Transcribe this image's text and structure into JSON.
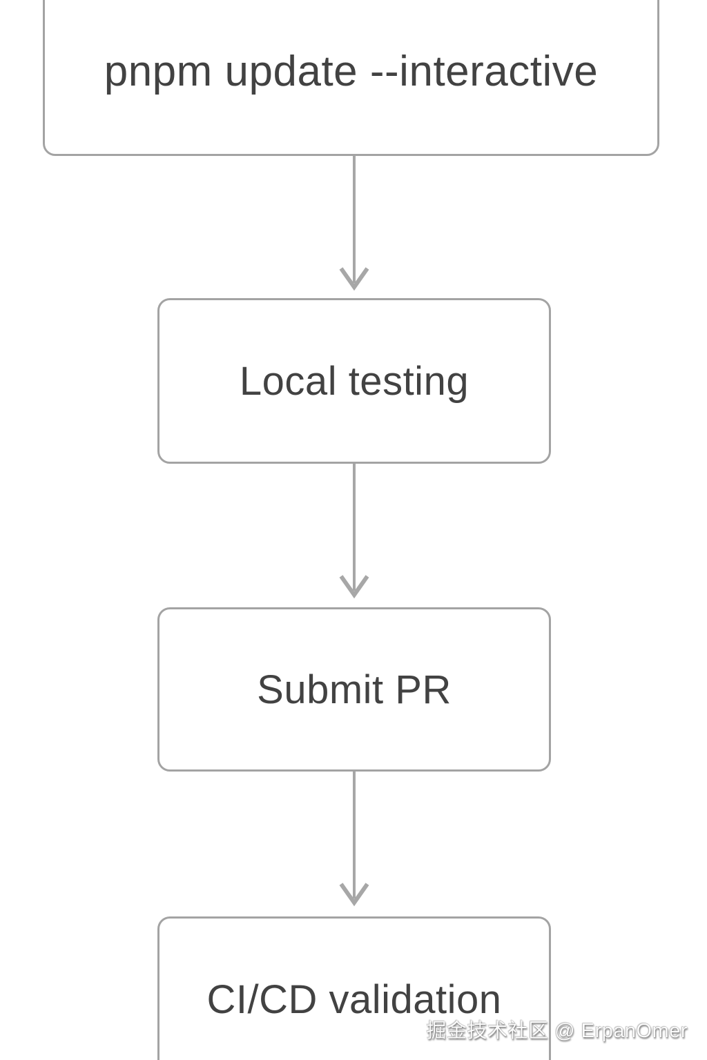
{
  "diagram": {
    "type": "flowchart",
    "direction": "top-down",
    "nodes": [
      {
        "id": "update",
        "label": "pnpm update --interactive"
      },
      {
        "id": "test",
        "label": "Local testing"
      },
      {
        "id": "pr",
        "label": "Submit PR"
      },
      {
        "id": "ci",
        "label": "CI/CD validation"
      }
    ],
    "edges": [
      {
        "from": "update",
        "to": "test"
      },
      {
        "from": "test",
        "to": "pr"
      },
      {
        "from": "pr",
        "to": "ci"
      }
    ]
  },
  "watermark": {
    "text": "掘金技术社区 @ ErpanOmer"
  },
  "colors": {
    "background": "#ffffff",
    "node_border": "#a3a3a3",
    "node_text": "#424242",
    "arrow": "#a7a7a7"
  }
}
